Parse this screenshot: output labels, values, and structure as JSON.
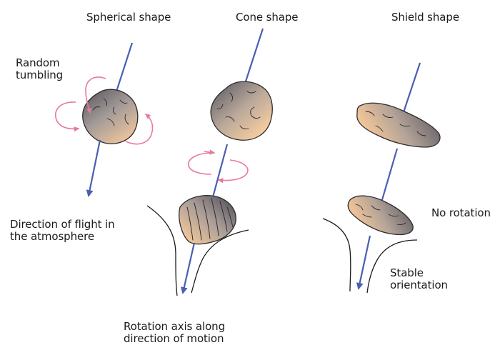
{
  "titles": {
    "spherical": "Spherical shape",
    "cone": "Cone shape",
    "shield": "Shield shape"
  },
  "labels": {
    "random_tumbling": [
      "Random",
      "tumbling"
    ],
    "direction_of_flight": [
      "Direction of flight in",
      "the atmosphere"
    ],
    "rotation_axis": [
      "Rotation axis along",
      "direction of motion"
    ],
    "no_rotation": "No rotation",
    "stable_orientation": [
      "Stable",
      "orientation"
    ]
  },
  "colors": {
    "axis": "#4a5fb0",
    "rotation_arrow": "#e8799c",
    "rock_light": "#f3c79a",
    "rock_dark": "#6e6a70",
    "flow_line": "#1a1a1a",
    "text": "#1a1a1a"
  }
}
